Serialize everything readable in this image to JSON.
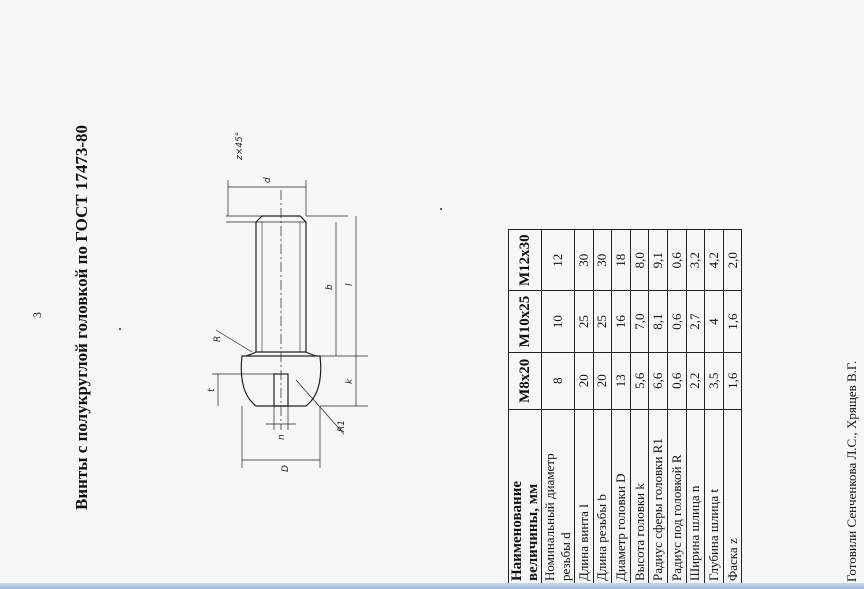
{
  "page_number": "3",
  "title": "Винты с полукруглой головкой по ГОСТ 17473-80",
  "authors": "Готовили Сенченкова Л.С., Хрящев В.Г.",
  "drawing_labels": {
    "chamfer": "z×45°",
    "thread_diameter": "d",
    "thread_length": "b",
    "screw_length": "l",
    "fillet_radius": "R",
    "head_height": "k",
    "head_sphere_radius": "R1",
    "slot_width": "n",
    "slot_depth": "t",
    "head_diameter": "D"
  },
  "table": {
    "header": {
      "name": "Наименование величины, мм",
      "sizes": [
        "М8х20",
        "М10х25",
        "М12х30"
      ]
    },
    "rows": [
      {
        "name": "Номинальный диаметр резьбы  d",
        "values": [
          "8",
          "10",
          "12"
        ]
      },
      {
        "name": "Длина винта  l",
        "values": [
          "20",
          "25",
          "30"
        ]
      },
      {
        "name": "Длина резьбы  b",
        "values": [
          "20",
          "25",
          "30"
        ]
      },
      {
        "name": "Диаметр головки  D",
        "values": [
          "13",
          "16",
          "18"
        ]
      },
      {
        "name": "Высота головки  k",
        "values": [
          "5,6",
          "7,0",
          "8,0"
        ]
      },
      {
        "name": "Радиус сферы головки  R1",
        "values": [
          "6,6",
          "8,1",
          "9,1"
        ]
      },
      {
        "name": "Радиус под головкой  R",
        "values": [
          "0,6",
          "0,6",
          "0,6"
        ]
      },
      {
        "name": "Ширина шлица  n",
        "values": [
          "2,2",
          "2,7",
          "3,2"
        ]
      },
      {
        "name": "Глубина шлица  t",
        "values": [
          "3,5",
          "4",
          "4,2"
        ]
      },
      {
        "name": "Фаска z",
        "values": [
          "1,6",
          "1,6",
          "2,0"
        ]
      }
    ]
  }
}
